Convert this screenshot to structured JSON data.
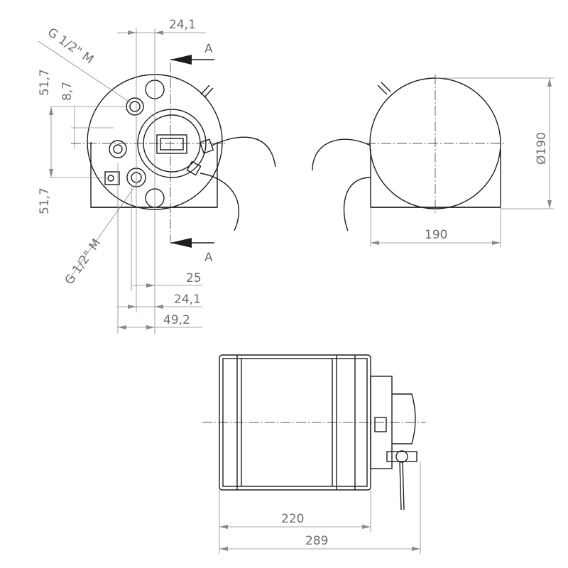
{
  "front_view": {
    "dim_top_width": "24,1",
    "dim_thread_top": "G 1/2\" M",
    "dim_left_upper": "51,7",
    "dim_left_offset": "8,7",
    "dim_left_lower": "51,7",
    "dim_thread_bottom": "G 1/2\" M",
    "dim_bottom_1": "25",
    "dim_bottom_2": "24,1",
    "dim_bottom_3": "49,2",
    "section_label_top": "A",
    "section_label_bottom": "A"
  },
  "side_view": {
    "dim_diameter": "Ø190",
    "dim_width": "190"
  },
  "top_view": {
    "dim_body_length": "220",
    "dim_total_length": "289"
  }
}
